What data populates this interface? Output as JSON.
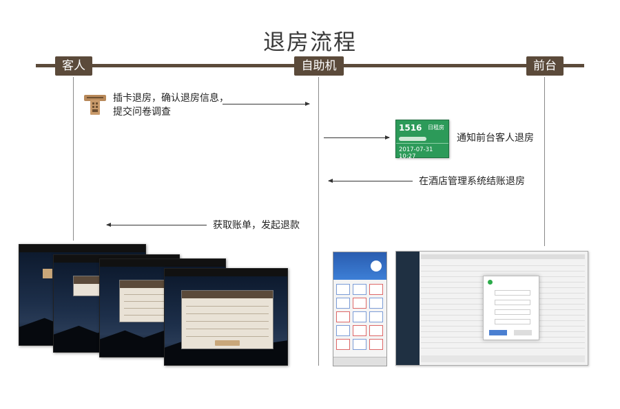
{
  "title": "退房流程",
  "roles": {
    "guest": "客人",
    "kiosk": "自助机",
    "front_desk": "前台"
  },
  "steps": {
    "step1": "插卡退房，确认退房信息，提交问卷调查",
    "step2": "通知前台客人退房",
    "step3": "在酒店管理系统结账退房",
    "step4": "获取账单，发起退款"
  },
  "notice": {
    "room": "1516",
    "type": "日租房",
    "time": "2017-07-31 10:27"
  },
  "colors": {
    "bar": "#5b4a3a",
    "notice_green": "#2c9a59",
    "accent": "#c9a77a"
  },
  "icons": {
    "card_slot": "card-reader-icon"
  }
}
